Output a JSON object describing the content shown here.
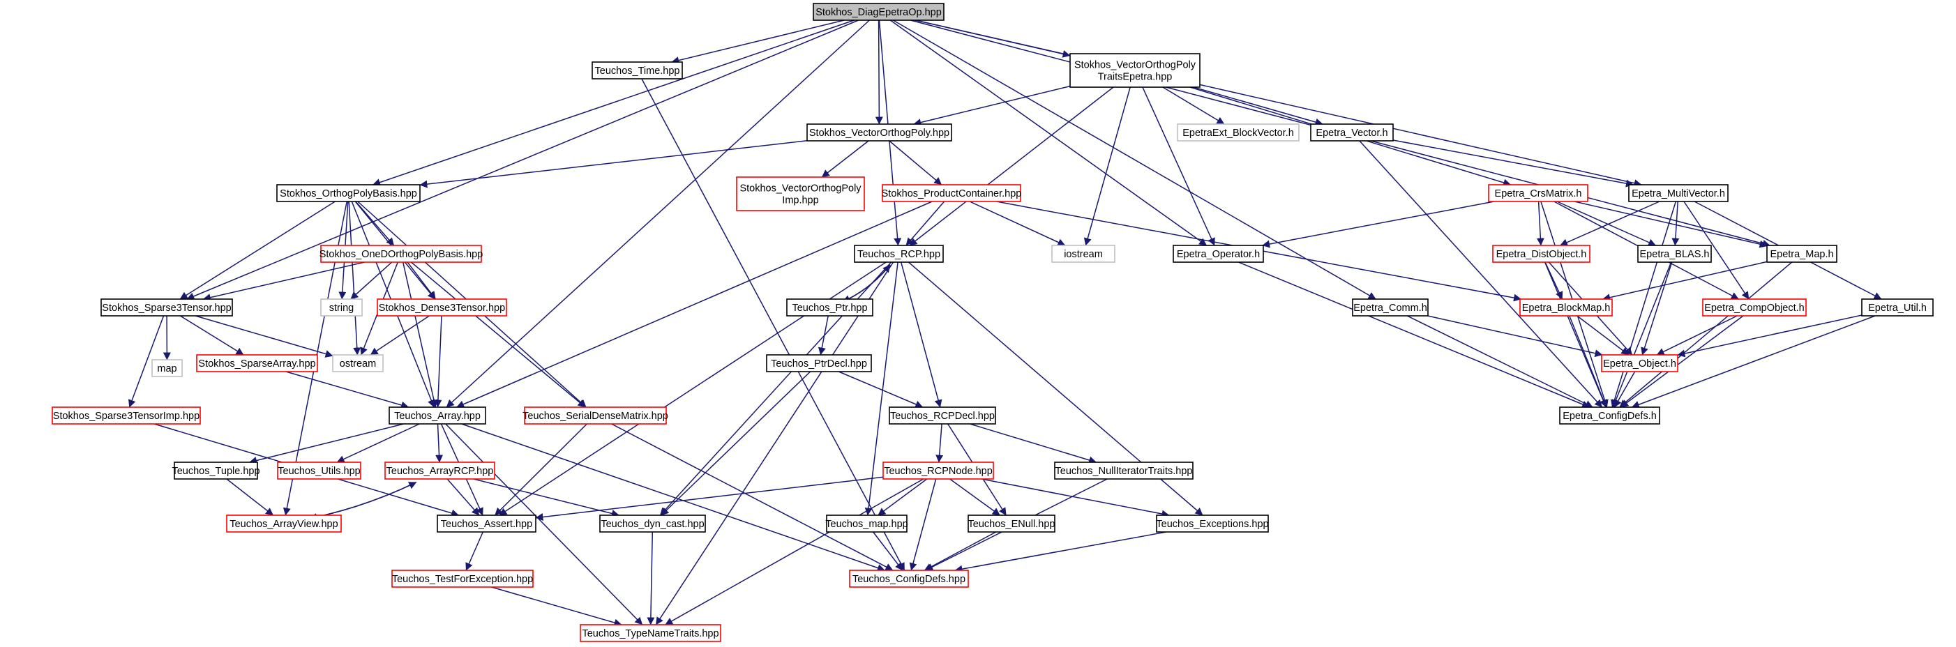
{
  "diagram": {
    "root": "Stokhos_DiagEpetraOp.hpp",
    "nodes": [
      {
        "id": "root",
        "lines": [
          "Stokhos_DiagEpetraOp.hpp"
        ],
        "style": "root"
      },
      {
        "id": "teuchos_time",
        "lines": [
          "Teuchos_Time.hpp"
        ],
        "style": "black"
      },
      {
        "id": "vop_traits",
        "lines": [
          "Stokhos_VectorOrthogPoly",
          "TraitsEpetra.hpp"
        ],
        "style": "black"
      },
      {
        "id": "vop",
        "lines": [
          "Stokhos_VectorOrthogPoly.hpp"
        ],
        "style": "black"
      },
      {
        "id": "epetraext_bv",
        "lines": [
          "EpetraExt_BlockVector.h"
        ],
        "style": "gray"
      },
      {
        "id": "epetra_vector",
        "lines": [
          "Epetra_Vector.h"
        ],
        "style": "black"
      },
      {
        "id": "opb",
        "lines": [
          "Stokhos_OrthogPolyBasis.hpp"
        ],
        "style": "black"
      },
      {
        "id": "vop_imp",
        "lines": [
          "Stokhos_VectorOrthogPoly",
          "Imp.hpp"
        ],
        "style": "red"
      },
      {
        "id": "prod_cont",
        "lines": [
          "Stokhos_ProductContainer.hpp"
        ],
        "style": "red"
      },
      {
        "id": "crs",
        "lines": [
          "Epetra_CrsMatrix.h"
        ],
        "style": "red"
      },
      {
        "id": "multivec",
        "lines": [
          "Epetra_MultiVector.h"
        ],
        "style": "black"
      },
      {
        "id": "oned",
        "lines": [
          "Stokhos_OneDOrthogPolyBasis.hpp"
        ],
        "style": "red"
      },
      {
        "id": "rcp",
        "lines": [
          "Teuchos_RCP.hpp"
        ],
        "style": "black"
      },
      {
        "id": "iostream",
        "lines": [
          "iostream"
        ],
        "style": "gray"
      },
      {
        "id": "operator",
        "lines": [
          "Epetra_Operator.h"
        ],
        "style": "black"
      },
      {
        "id": "distobj",
        "lines": [
          "Epetra_DistObject.h"
        ],
        "style": "red"
      },
      {
        "id": "blas",
        "lines": [
          "Epetra_BLAS.h"
        ],
        "style": "black"
      },
      {
        "id": "emap",
        "lines": [
          "Epetra_Map.h"
        ],
        "style": "black"
      },
      {
        "id": "sparse3",
        "lines": [
          "Stokhos_Sparse3Tensor.hpp"
        ],
        "style": "black"
      },
      {
        "id": "string",
        "lines": [
          "string"
        ],
        "style": "gray"
      },
      {
        "id": "dense3",
        "lines": [
          "Stokhos_Dense3Tensor.hpp"
        ],
        "style": "red"
      },
      {
        "id": "tptr",
        "lines": [
          "Teuchos_Ptr.hpp"
        ],
        "style": "black"
      },
      {
        "id": "comm",
        "lines": [
          "Epetra_Comm.h"
        ],
        "style": "black"
      },
      {
        "id": "blockmap",
        "lines": [
          "Epetra_BlockMap.h"
        ],
        "style": "red"
      },
      {
        "id": "compobj",
        "lines": [
          "Epetra_CompObject.h"
        ],
        "style": "red"
      },
      {
        "id": "eutil",
        "lines": [
          "Epetra_Util.h"
        ],
        "style": "black"
      },
      {
        "id": "map",
        "lines": [
          "map"
        ],
        "style": "gray"
      },
      {
        "id": "sparsearray",
        "lines": [
          "Stokhos_SparseArray.hpp"
        ],
        "style": "red"
      },
      {
        "id": "ostream",
        "lines": [
          "ostream"
        ],
        "style": "gray"
      },
      {
        "id": "ptrdecl",
        "lines": [
          "Teuchos_PtrDecl.hpp"
        ],
        "style": "black"
      },
      {
        "id": "eobject",
        "lines": [
          "Epetra_Object.h"
        ],
        "style": "red"
      },
      {
        "id": "sparse3imp",
        "lines": [
          "Stokhos_Sparse3TensorImp.hpp"
        ],
        "style": "red"
      },
      {
        "id": "tarray",
        "lines": [
          "Teuchos_Array.hpp"
        ],
        "style": "black"
      },
      {
        "id": "serialdense",
        "lines": [
          "Teuchos_SerialDenseMatrix.hpp"
        ],
        "style": "red"
      },
      {
        "id": "rcpdecl",
        "lines": [
          "Teuchos_RCPDecl.hpp"
        ],
        "style": "black"
      },
      {
        "id": "econfig",
        "lines": [
          "Epetra_ConfigDefs.h"
        ],
        "style": "black"
      },
      {
        "id": "ttuple",
        "lines": [
          "Teuchos_Tuple.hpp"
        ],
        "style": "black"
      },
      {
        "id": "tutils",
        "lines": [
          "Teuchos_Utils.hpp"
        ],
        "style": "red"
      },
      {
        "id": "arrayrcp",
        "lines": [
          "Teuchos_ArrayRCP.hpp"
        ],
        "style": "red"
      },
      {
        "id": "rcpnode",
        "lines": [
          "Teuchos_RCPNode.hpp"
        ],
        "style": "red"
      },
      {
        "id": "nulliter",
        "lines": [
          "Teuchos_NullIteratorTraits.hpp"
        ],
        "style": "black"
      },
      {
        "id": "arrayview",
        "lines": [
          "Teuchos_ArrayView.hpp"
        ],
        "style": "red"
      },
      {
        "id": "tassert",
        "lines": [
          "Teuchos_Assert.hpp"
        ],
        "style": "black"
      },
      {
        "id": "dyncast",
        "lines": [
          "Teuchos_dyn_cast.hpp"
        ],
        "style": "black"
      },
      {
        "id": "tmap",
        "lines": [
          "Teuchos_map.hpp"
        ],
        "style": "black"
      },
      {
        "id": "enull",
        "lines": [
          "Teuchos_ENull.hpp"
        ],
        "style": "black"
      },
      {
        "id": "texcept",
        "lines": [
          "Teuchos_Exceptions.hpp"
        ],
        "style": "black"
      },
      {
        "id": "testforexc",
        "lines": [
          "Teuchos_TestForException.hpp"
        ],
        "style": "red"
      },
      {
        "id": "tconfig",
        "lines": [
          "Teuchos_ConfigDefs.hpp"
        ],
        "style": "red"
      },
      {
        "id": "typename",
        "lines": [
          "Teuchos_TypeNameTraits.hpp"
        ],
        "style": "red"
      }
    ],
    "edges": [
      [
        "root",
        "teuchos_time"
      ],
      [
        "root",
        "vop_traits"
      ],
      [
        "root",
        "vop"
      ],
      [
        "root",
        "opb"
      ],
      [
        "root",
        "rcp"
      ],
      [
        "root",
        "operator"
      ],
      [
        "root",
        "multivec"
      ],
      [
        "root",
        "emap"
      ],
      [
        "root",
        "sparse3"
      ],
      [
        "root",
        "comm"
      ],
      [
        "root",
        "tarray"
      ],
      [
        "vop_traits",
        "vop"
      ],
      [
        "vop_traits",
        "epetraext_bv"
      ],
      [
        "vop_traits",
        "epetra_vector"
      ],
      [
        "vop_traits",
        "crs"
      ],
      [
        "vop_traits",
        "rcp"
      ],
      [
        "vop_traits",
        "iostream"
      ],
      [
        "vop_traits",
        "operator"
      ],
      [
        "vop",
        "opb"
      ],
      [
        "vop",
        "vop_imp"
      ],
      [
        "vop",
        "prod_cont"
      ],
      [
        "prod_cont",
        "rcp"
      ],
      [
        "prod_cont",
        "iostream"
      ],
      [
        "prod_cont",
        "tarray"
      ],
      [
        "prod_cont",
        "blockmap"
      ],
      [
        "epetra_vector",
        "multivec"
      ],
      [
        "epetra_vector",
        "econfig"
      ],
      [
        "opb",
        "oned"
      ],
      [
        "opb",
        "sparse3"
      ],
      [
        "opb",
        "string"
      ],
      [
        "opb",
        "ostream"
      ],
      [
        "opb",
        "tarray"
      ],
      [
        "opb",
        "dense3"
      ],
      [
        "opb",
        "serialdense"
      ],
      [
        "opb",
        "arrayview"
      ],
      [
        "oned",
        "sparse3"
      ],
      [
        "oned",
        "dense3"
      ],
      [
        "oned",
        "string"
      ],
      [
        "oned",
        "ostream"
      ],
      [
        "oned",
        "tarray"
      ],
      [
        "oned",
        "serialdense"
      ],
      [
        "crs",
        "operator"
      ],
      [
        "crs",
        "distobj"
      ],
      [
        "crs",
        "blas"
      ],
      [
        "crs",
        "emap"
      ],
      [
        "crs",
        "compobj"
      ],
      [
        "crs",
        "econfig"
      ],
      [
        "multivec",
        "distobj"
      ],
      [
        "multivec",
        "blas"
      ],
      [
        "multivec",
        "compobj"
      ],
      [
        "multivec",
        "eutil"
      ],
      [
        "multivec",
        "econfig"
      ],
      [
        "rcp",
        "tptr"
      ],
      [
        "rcp",
        "rcpdecl"
      ],
      [
        "rcp",
        "tassert"
      ],
      [
        "rcp",
        "dyncast"
      ],
      [
        "rcp",
        "tmap"
      ],
      [
        "rcp",
        "texcept"
      ],
      [
        "rcp",
        "typename"
      ],
      [
        "tptr",
        "rcp"
      ],
      [
        "tptr",
        "ptrdecl"
      ],
      [
        "ptrdecl",
        "rcpdecl"
      ],
      [
        "ptrdecl",
        "dyncast"
      ],
      [
        "rcpdecl",
        "rcpnode"
      ],
      [
        "rcpdecl",
        "enull"
      ],
      [
        "rcpdecl",
        "nulliter"
      ],
      [
        "rcpnode",
        "tassert"
      ],
      [
        "rcpnode",
        "tmap"
      ],
      [
        "rcpnode",
        "enull"
      ],
      [
        "rcpnode",
        "tconfig"
      ],
      [
        "rcpnode",
        "texcept"
      ],
      [
        "rcpnode",
        "typename"
      ],
      [
        "operator",
        "econfig"
      ],
      [
        "distobj",
        "blockmap"
      ],
      [
        "distobj",
        "eobject"
      ],
      [
        "distobj",
        "econfig"
      ],
      [
        "emap",
        "blockmap"
      ],
      [
        "emap",
        "econfig"
      ],
      [
        "blas",
        "eobject"
      ],
      [
        "blas",
        "econfig"
      ],
      [
        "blockmap",
        "eobject"
      ],
      [
        "blockmap",
        "econfig"
      ],
      [
        "compobj",
        "eobject"
      ],
      [
        "compobj",
        "econfig"
      ],
      [
        "eutil",
        "eobject"
      ],
      [
        "eutil",
        "econfig"
      ],
      [
        "comm",
        "eobject"
      ],
      [
        "comm",
        "econfig"
      ],
      [
        "eobject",
        "econfig"
      ],
      [
        "sparse3",
        "map"
      ],
      [
        "sparse3",
        "sparsearray"
      ],
      [
        "sparse3",
        "ostream"
      ],
      [
        "sparse3",
        "sparse3imp"
      ],
      [
        "sparsearray",
        "tarray"
      ],
      [
        "dense3",
        "ostream"
      ],
      [
        "dense3",
        "tarray"
      ],
      [
        "sparse3imp",
        "tassert"
      ],
      [
        "tarray",
        "ttuple"
      ],
      [
        "tarray",
        "tutils"
      ],
      [
        "tarray",
        "arrayrcp"
      ],
      [
        "tarray",
        "tassert"
      ],
      [
        "tarray",
        "typename"
      ],
      [
        "tarray",
        "tconfig"
      ],
      [
        "arrayrcp",
        "arrayview"
      ],
      [
        "arrayrcp",
        "tassert"
      ],
      [
        "arrayrcp",
        "dyncast"
      ],
      [
        "arrayview",
        "arrayrcp"
      ],
      [
        "ttuple",
        "arrayview"
      ],
      [
        "serialdense",
        "tassert"
      ],
      [
        "serialdense",
        "tconfig"
      ],
      [
        "tassert",
        "testforexc"
      ],
      [
        "testforexc",
        "typename"
      ],
      [
        "dyncast",
        "typename"
      ],
      [
        "tmap",
        "tconfig"
      ],
      [
        "enull",
        "tconfig"
      ],
      [
        "nulliter",
        "tconfig"
      ],
      [
        "texcept",
        "tconfig"
      ],
      [
        "teuchos_time",
        "tconfig"
      ]
    ],
    "colors": {
      "edge": "#191970",
      "border_black": "#000000",
      "border_red": "#ff0000",
      "border_gray": "#bfbfbf",
      "root_fill": "#bfbfbf"
    }
  }
}
